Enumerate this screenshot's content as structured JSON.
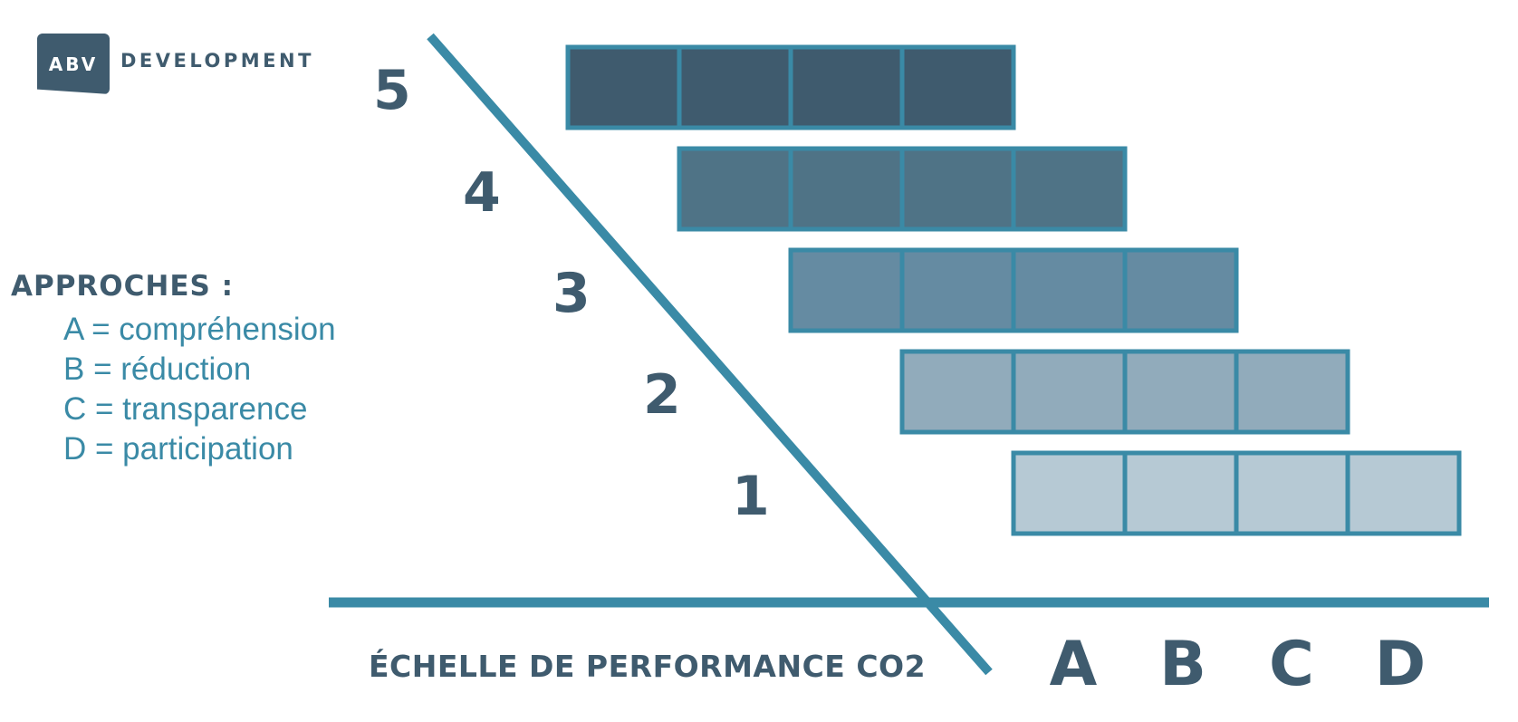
{
  "logo": {
    "badge": "ABV",
    "name": "DEVELOPMENT"
  },
  "legend": {
    "title": "APPROCHES :",
    "items": [
      "A = compréhension",
      "B = réduction",
      "C = transparence",
      "D = participation"
    ]
  },
  "levels": [
    "5",
    "4",
    "3",
    "2",
    "1"
  ],
  "columns": [
    "A",
    "B",
    "C",
    "D"
  ],
  "axis_caption": "ÉCHELLE DE PERFORMANCE CO2",
  "colors": {
    "line": "#3a8aa6",
    "text_dark": "#3f5b6e",
    "level_5": "#3f5b6e",
    "level_4": "#4f7386",
    "level_3": "#658ba2",
    "level_2": "#91abbb",
    "level_1": "#b6c9d4"
  }
}
